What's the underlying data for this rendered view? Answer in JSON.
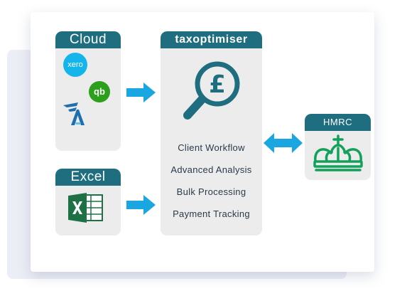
{
  "cloud": {
    "title": "Cloud",
    "xero_logo_text": "xero",
    "quickbooks_logo_text": "qb"
  },
  "excel": {
    "title": "Excel"
  },
  "taxoptimiser": {
    "title": "taxoptimiser",
    "features": [
      "Client Workflow",
      "Advanced Analysis",
      "Bulk Processing",
      "Payment Tracking"
    ]
  },
  "hmrc": {
    "title": "HMRC"
  },
  "colors": {
    "header": "#1e6e80",
    "arrow": "#1aa6e0",
    "panel": "#ececec",
    "crown": "#12a05b"
  },
  "icons": [
    "xero-logo-icon",
    "quickbooks-logo-icon",
    "freeagent-logo-icon",
    "excel-logo-icon",
    "magnifier-pound-icon",
    "crown-icon",
    "arrow-right-icon",
    "double-arrow-icon"
  ]
}
